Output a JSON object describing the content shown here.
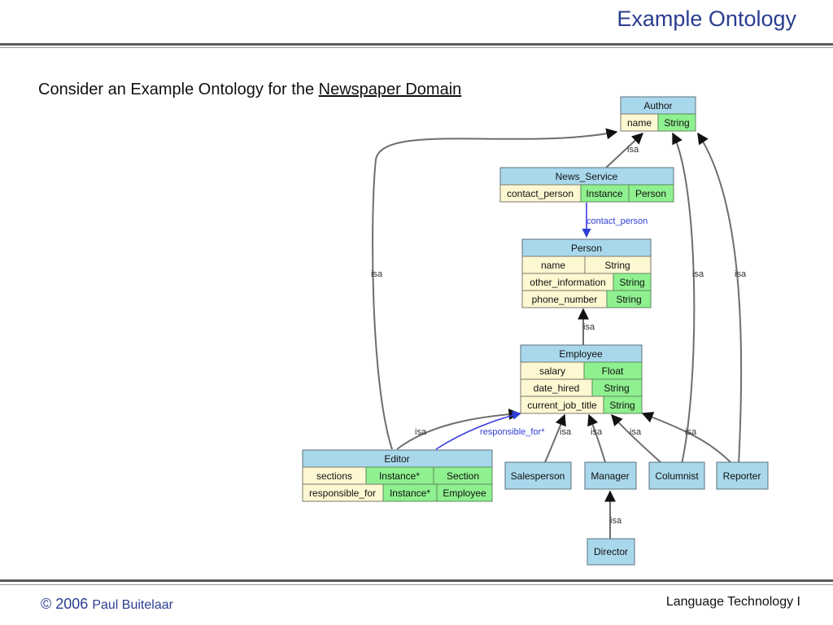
{
  "slide": {
    "title": "Example Ontology",
    "intro_text": "Consider an Example Ontology for the",
    "intro_link": "Newspaper Domain",
    "footer_copyright": "© 2006",
    "footer_author": "Paul Buitelaar",
    "footer_course": "Language Technology I"
  },
  "diagram": {
    "classes": {
      "author": {
        "name": "Author",
        "slots": [
          [
            "name",
            "String"
          ]
        ]
      },
      "news_service": {
        "name": "News_Service",
        "slots": [
          [
            "contact_person",
            "Instance",
            "Person"
          ]
        ]
      },
      "person": {
        "name": "Person",
        "slots": [
          [
            "name",
            "String"
          ],
          [
            "other_information",
            "String"
          ],
          [
            "phone_number",
            "String"
          ]
        ]
      },
      "employee": {
        "name": "Employee",
        "slots": [
          [
            "salary",
            "Float"
          ],
          [
            "date_hired",
            "String"
          ],
          [
            "current_job_title",
            "String"
          ]
        ]
      },
      "editor": {
        "name": "Editor",
        "slots": [
          [
            "sections",
            "Instance*",
            "Section"
          ],
          [
            "responsible_for",
            "Instance*",
            "Employee"
          ]
        ]
      },
      "salesperson": {
        "name": "Salesperson"
      },
      "manager": {
        "name": "Manager"
      },
      "columnist": {
        "name": "Columnist"
      },
      "reporter": {
        "name": "Reporter"
      },
      "director": {
        "name": "Director"
      }
    },
    "edge_labels": {
      "isa": "isa",
      "contact_person": "contact_person",
      "responsible_for": "responsible_for*"
    }
  }
}
